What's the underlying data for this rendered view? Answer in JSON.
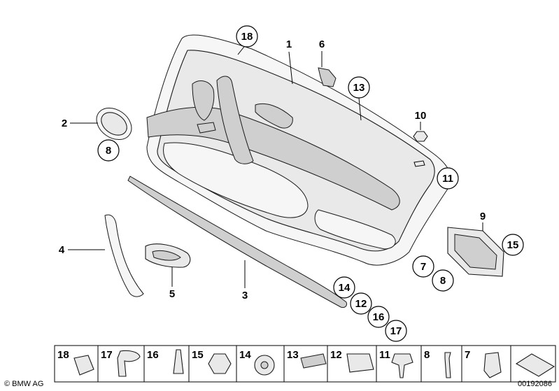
{
  "callouts": {
    "c1": "1",
    "c2": "2",
    "c3": "3",
    "c4": "4",
    "c5": "5",
    "c6": "6",
    "c7": "7",
    "c8a": "8",
    "c8b": "8",
    "c9": "9",
    "c10": "10",
    "c11": "11",
    "c12": "12",
    "c13": "13",
    "c14": "14",
    "c15": "15",
    "c16": "16",
    "c17": "17",
    "c18": "18"
  },
  "strip": [
    "18",
    "17",
    "16",
    "15",
    "14",
    "13",
    "12",
    "11",
    "8",
    "7"
  ],
  "copyright": "© BMW AG",
  "drawing_number": "00192086"
}
